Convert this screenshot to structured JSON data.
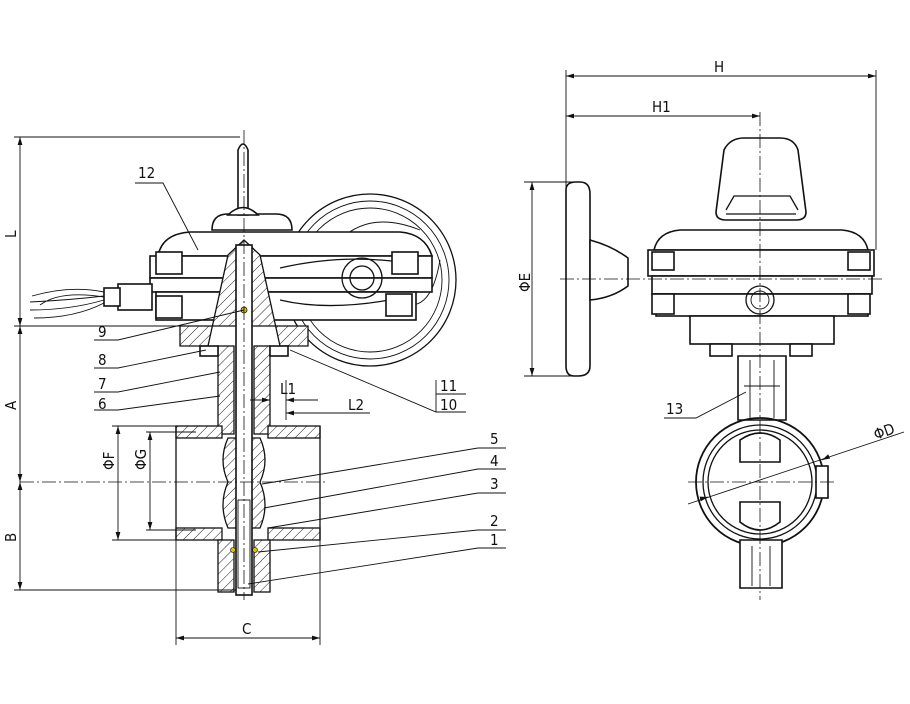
{
  "dimensions": {
    "H": "H",
    "H1": "H1",
    "L": "L",
    "A": "A",
    "B": "B",
    "C": "C",
    "L1": "L1",
    "L2": "L2",
    "phiE": "ΦE",
    "phiF": "ΦF",
    "phiG": "ΦG",
    "phiD": "ΦD"
  },
  "part_numbers": {
    "p1": "1",
    "p2": "2",
    "p3": "3",
    "p4": "4",
    "p5": "5",
    "p6": "6",
    "p7": "7",
    "p8": "8",
    "p9": "9",
    "p10": "10",
    "p11": "11",
    "p12": "12",
    "p13": "13"
  }
}
